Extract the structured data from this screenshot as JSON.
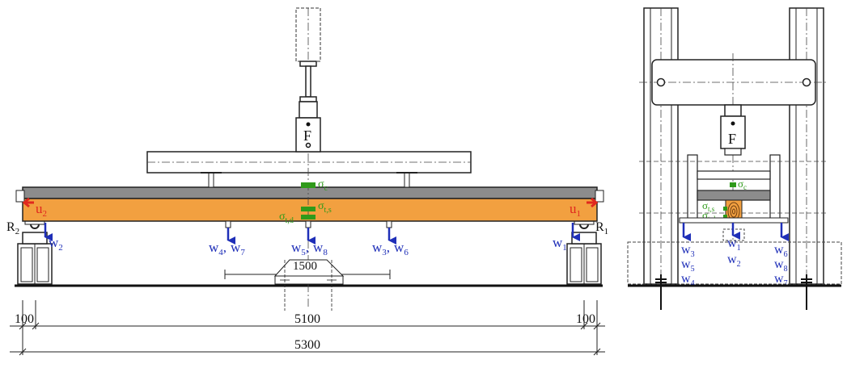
{
  "colors": {
    "beam_concrete": "#8c8c8c",
    "beam_timber": "#f2a040",
    "green_gauge": "#2f9a1a",
    "blue_arrow": "#1f2fb8",
    "red_arrow": "#e0281e",
    "line": "#222222"
  },
  "icons": {
    "down_arrow": "arrow-down-icon",
    "left_arrow": "arrow-left-icon",
    "right_arrow": "arrow-right-icon"
  },
  "left_view": {
    "force": "F",
    "reactions": {
      "r2_main": "R",
      "r2_sub": "2",
      "r1_main": "R",
      "r1_sub": "1"
    },
    "slip": {
      "u2_main": "u",
      "u2_sub": "2",
      "u1_main": "u",
      "u1_sub": "1"
    },
    "stress": {
      "sc_main": "σ",
      "sc_sub": "c",
      "sts_main": "σ",
      "sts_sub": "t,s",
      "std_main": "σ",
      "std_sub": "t,d"
    },
    "deflection": {
      "w2_main": "w",
      "w2_sub": "2",
      "w1_main": "w",
      "w1_sub": "1",
      "w4": "4",
      "w7": "7",
      "w5": "5",
      "w8": "8",
      "w3": "3",
      "w6": "6",
      "w_main": "w",
      "sep": ","
    },
    "dimensions": {
      "support_left": "100",
      "support_right": "100",
      "span": "5100",
      "total": "5300",
      "load_spacing": "1500"
    }
  },
  "right_view": {
    "force": "F",
    "stress": {
      "sc_main": "σ",
      "sc_sub": "c",
      "sts_main": "σ",
      "sts_sub": "t,s",
      "std_main": "σ",
      "std_sub": "t,d"
    },
    "deflection": {
      "w_main": "w",
      "left_col": [
        "3",
        "5",
        "4"
      ],
      "center_col": [
        "1",
        "2"
      ],
      "right_col": [
        "6",
        "8",
        "7"
      ]
    }
  }
}
